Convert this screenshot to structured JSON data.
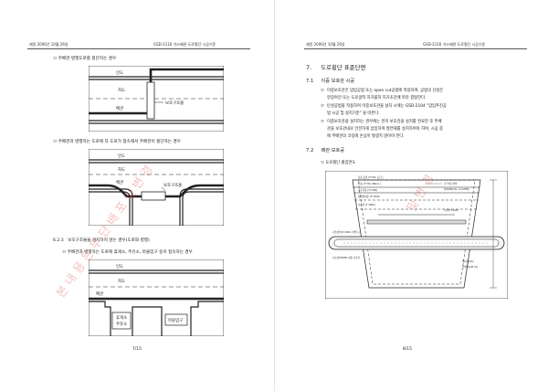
{
  "left": {
    "header": {
      "date": "제정 2006년 10월 26일",
      "title": "GSD-2116 가스배관 도로횡단 시공기준"
    },
    "items": [
      {
        "bullet": "ㅁ",
        "text": "주배관 병행도로를 횡단하는 경우"
      },
      {
        "bullet": "ㅁ",
        "text": "주배관과 병행하는 도로에 타 도로가 접속해서 주배관이 횡단하는 경우"
      },
      {
        "number": "6.2.3",
        "text": "보호구조물을 설치하지 않는 경우(도로와 병행)"
      },
      {
        "bullet": "ㅁ",
        "text": "주배관과 병행하는 도로에 휴게소, 주유소, 마을입구 등이 접속하는 경우"
      }
    ],
    "fig1": {
      "road1": "인도",
      "road2": "차도",
      "pipe": "배관",
      "struct": "보호구조물"
    },
    "fig2": {
      "road1": "인도",
      "road2": "차도",
      "pipe": "배관",
      "struct": "보호구조물"
    },
    "fig3": {
      "road1": "인도",
      "road2": "차도",
      "pipe": "배관",
      "box1_line1": "휴게소",
      "box1_line2": "주유소",
      "box2": "마을입구"
    },
    "page_number": "7/15"
  },
  "right": {
    "header": {
      "date": "제정 2006년 10월 26일",
      "title": "GSD-2116 가스배관 도로횡단 시공기준"
    },
    "section7": {
      "number": "7.",
      "title": "도로횡단 표준단면"
    },
    "s71": {
      "number": "7.1",
      "title": "이중 보호관 시공"
    },
    "s71_items": [
      {
        "bullet": "ㅁ",
        "lines": [
          "이중보호관은 압입공법 또는 open cut공법에 적용하며, 공법의 선정은",
          "현장여건 또는 도로굴착 허가불허 허가조건에 따라 결정한다."
        ]
      },
      {
        "bullet": "ㅁ",
        "lines": [
          "탄성공법을 적용하여 이중보호관을 설치 시에는 GSD-2104 \"압입추진공",
          "법 시공 및 설치기준\" 을 따른다."
        ]
      },
      {
        "bullet": "ㅁ",
        "lines": [
          "이중보호관을 설치하는 경우에는 먼저 보호관을 설치를 완료한 후 주배",
          "관을 보호관내로 안전하게 삽입하여 절연재를 설치하여야 하며, 시공 중",
          "에 주배관의 코팅에 손상이 발생치 않아야 한다."
        ]
      }
    ],
    "s72": {
      "number": "7.2",
      "title": "배관 보호공"
    },
    "s72_items": [
      {
        "bullet": "ㅁ",
        "text": "도로횡단 출입면도"
      }
    ],
    "fig4": {
      "labels": [
        "표층 포장 (T=50, 등급 )",
        "기층 (T=50, SMA-1 )",
        "보조기층 (T=300)",
        "동상방지층 (T=300)",
        "보호관 (T=900)"
      ],
      "right_top": "콘크리트커버",
      "right_top2": "(W:600mm, 2 LAYER)",
      "right_mid": "모래(T=100)",
      "bottom_left": "기초상부(D=600, 아연도)",
      "bottom_left2": "보호관(HDPE) 이중 보호관",
      "right_bottom": "케이싱(KS)",
      "right_bottom2": "주배관(API 5L)"
    },
    "page_number": "8/15"
  },
  "watermark": {
    "text1": "본 내 용 은 무 단 배 포 및 변 경",
    "text2": "및 변 경"
  }
}
